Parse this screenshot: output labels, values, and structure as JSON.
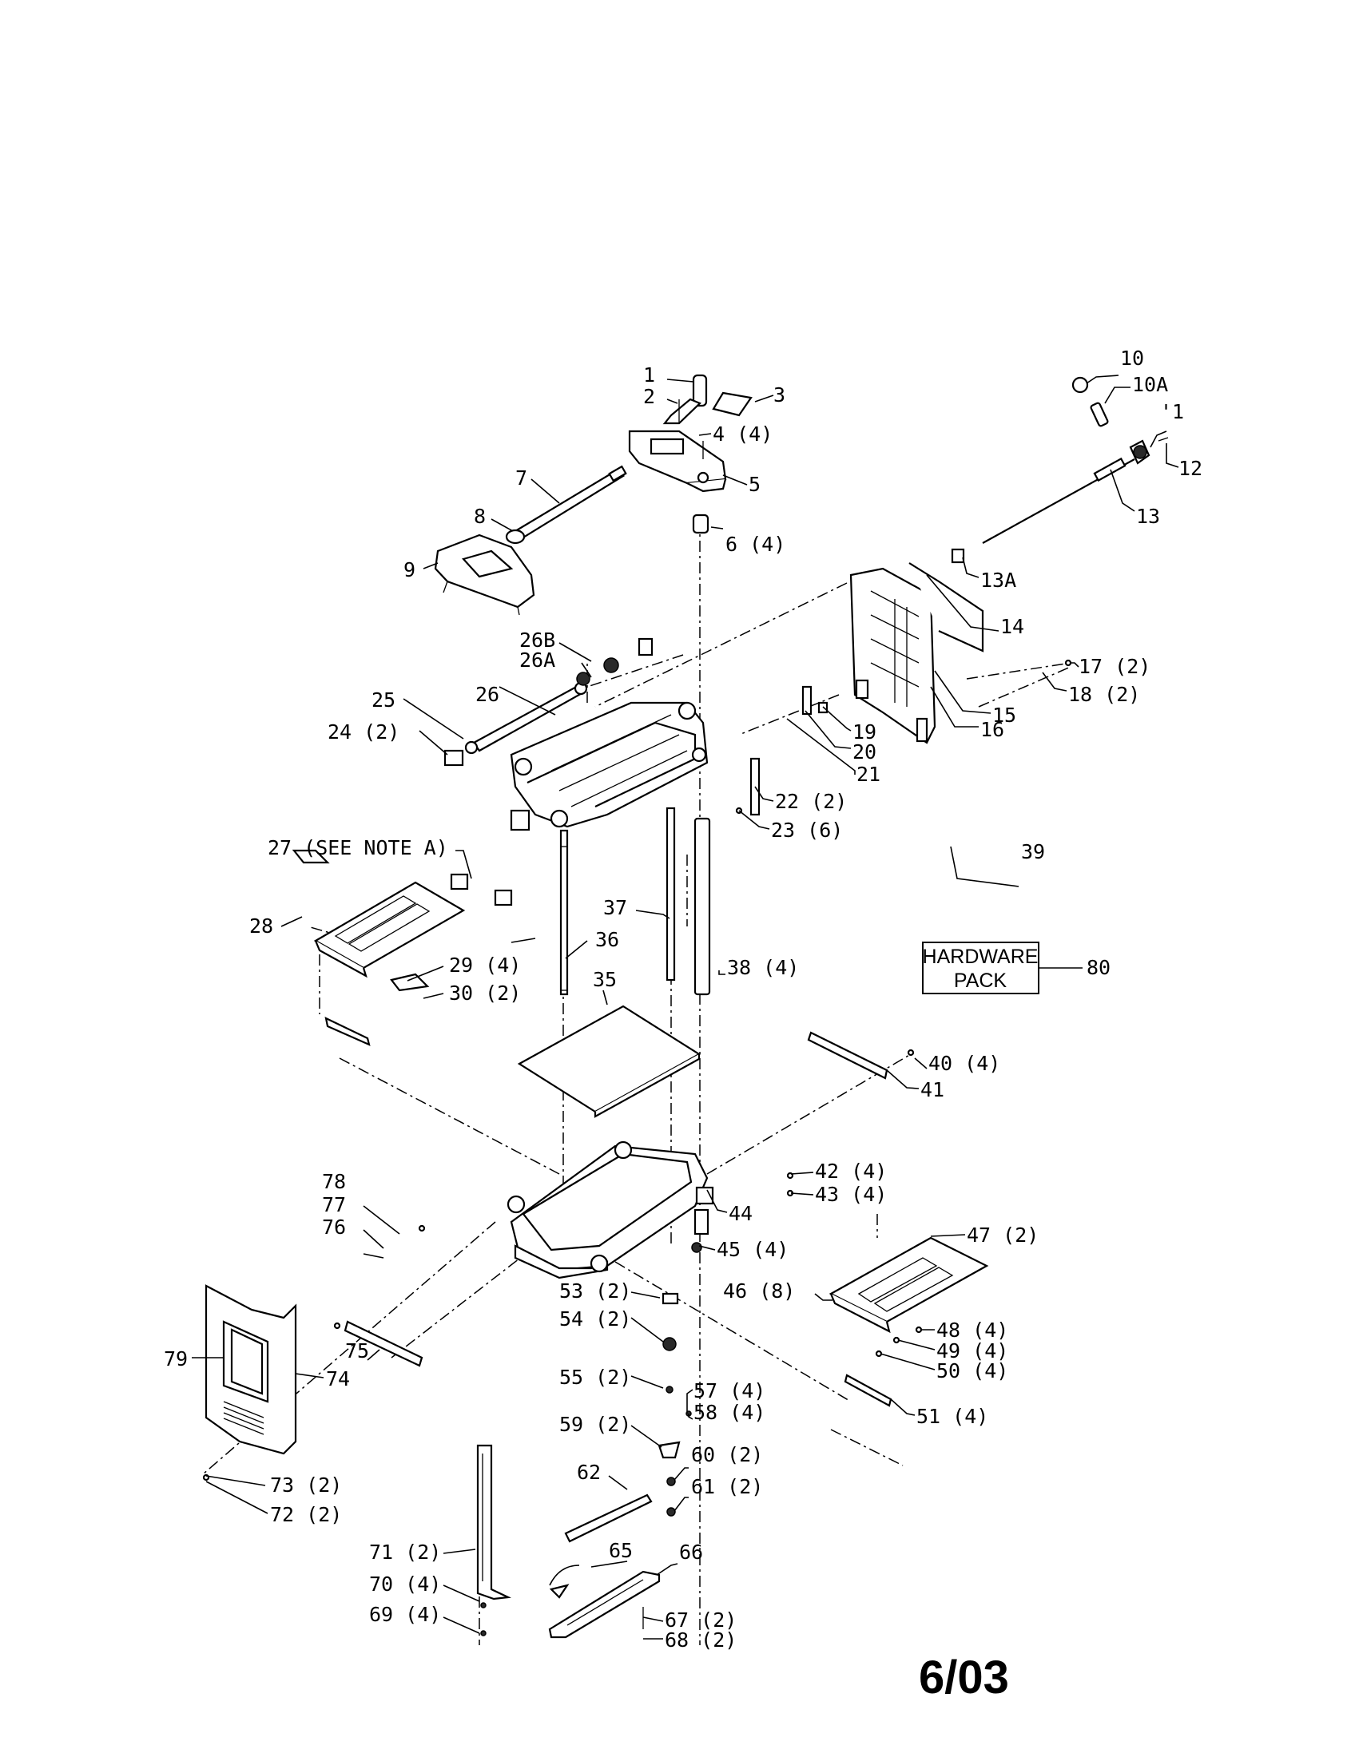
{
  "labels": {
    "l1": "1",
    "l2": "2",
    "l3": "3",
    "l4": "4 (4)",
    "l5": "5",
    "l6": "6 (4)",
    "l7": "7",
    "l8": "8",
    "l9": "9",
    "l10": "10",
    "l10a": "10A",
    "l11": "'1",
    "l12": "12",
    "l13": "13",
    "l13a": "13A",
    "l14": "14",
    "l15": "15",
    "l16": "16",
    "l17": "17 (2)",
    "l18": "18 (2)",
    "l19": "19",
    "l20": "20",
    "l21": "21",
    "l22": "22 (2)",
    "l23": "23 (6)",
    "l24": "24 (2)",
    "l25": "25",
    "l26": "26",
    "l26a": "26A",
    "l26b": "26B",
    "l27": "27 (SEE NOTE A)",
    "l28": "28",
    "l29": "29 (4)",
    "l30": "30 (2)",
    "l35": "35",
    "l36": "36",
    "l37": "37",
    "l38": "38 (4)",
    "l39": "39",
    "l40": "40 (4)",
    "l41": "41",
    "l42": "42 (4)",
    "l43": "43 (4)",
    "l44": "44",
    "l45": "45 (4)",
    "l46": "46 (8)",
    "l47": "47 (2)",
    "l48": "48 (4)",
    "l49": "49 (4)",
    "l50": "50 (4)",
    "l51": "51 (4)",
    "l53": "53 (2)",
    "l54": "54 (2)",
    "l55": "55 (2)",
    "l57": "57 (4)",
    "l58": "58 (4)",
    "l59": "59 (2)",
    "l60": "60 (2)",
    "l61": "61 (2)",
    "l62": "62",
    "l65": "65",
    "l66": "66",
    "l67": "67 (2)",
    "l68": "68 (2)",
    "l69": "69 (4)",
    "l70": "70 (4)",
    "l71": "71 (2)",
    "l72": "72 (2)",
    "l73": "73 (2)",
    "l74": "74",
    "l75": "75",
    "l76": "76",
    "l77": "77",
    "l78": "78",
    "l79": "79",
    "l80": "80"
  },
  "hardware_box": {
    "line1": "HARDWARE",
    "line2": "PACK"
  },
  "revision_date": "6/03"
}
